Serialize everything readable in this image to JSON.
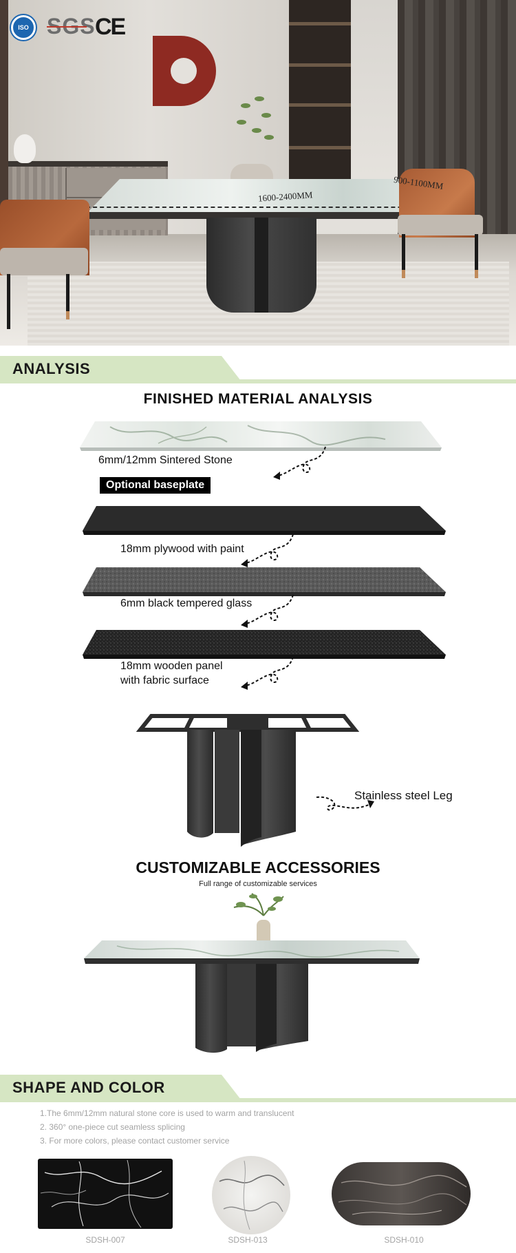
{
  "hero": {
    "certifications": [
      "ISO",
      "SGS",
      "CE"
    ],
    "length_dimension": "1600-2400MM",
    "width_dimension": "900-1100MM"
  },
  "analysis": {
    "banner_title": "ANALYSIS",
    "heading": "FINISHED MATERIAL  ANALYSIS",
    "layers": [
      {
        "label_lines": [
          "6mm/12mm Sintered Stone"
        ]
      },
      {
        "label_lines": [
          "18mm plywood with paint"
        ]
      },
      {
        "label_lines": [
          "6mm black tempered glass"
        ]
      },
      {
        "label_lines": [
          "18mm wooden panel",
          "with fabric surface"
        ]
      }
    ],
    "optional_badge": "Optional baseplate",
    "leg_label": "Stainless steel Leg"
  },
  "accessories": {
    "heading": "CUSTOMIZABLE ACCESSORIES",
    "subheading": "Full range of customizable services"
  },
  "shape_color": {
    "banner_title": "SHAPE AND COLOR",
    "notes": [
      "1.The 6mm/12mm natural stone core is used to warm and translucent",
      "2. 360° one-piece cut seamless splicing",
      "3. For more colors, please contact customer service"
    ],
    "swatches": [
      {
        "code": "SDSH-007",
        "shape": "rectangle"
      },
      {
        "code": "SDSH-013",
        "shape": "circle"
      },
      {
        "code": "SDSH-010",
        "shape": "oval"
      }
    ]
  },
  "colors": {
    "banner_green": "#d6e6c3",
    "badge_black": "#000000",
    "note_gray": "#a3a3a3"
  }
}
